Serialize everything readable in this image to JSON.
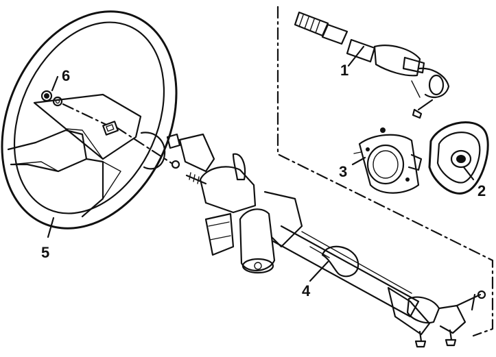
{
  "figure": {
    "callouts": [
      {
        "id": "1",
        "label": "1"
      },
      {
        "id": "2",
        "label": "2"
      },
      {
        "id": "3",
        "label": "3"
      },
      {
        "id": "4",
        "label": "4"
      },
      {
        "id": "5",
        "label": "5"
      },
      {
        "id": "6",
        "label": "6"
      }
    ]
  },
  "colors": {
    "ink": "#111111",
    "paper": "#ffffff"
  }
}
